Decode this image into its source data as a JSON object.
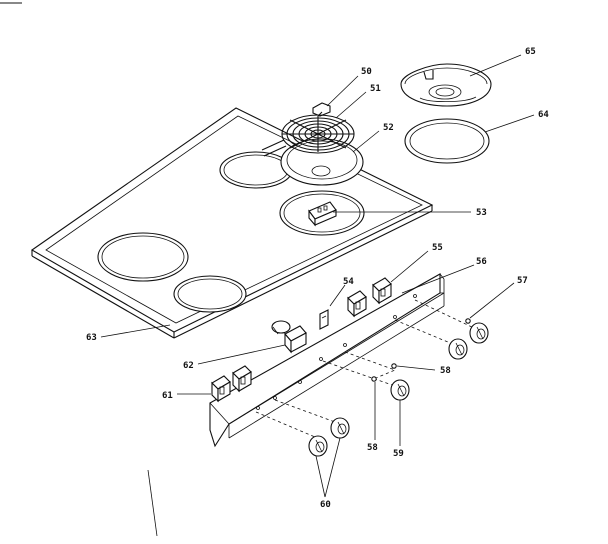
{
  "colors": {
    "ink": "#111111",
    "paper": "#ffffff"
  },
  "callouts": {
    "c50": "50",
    "c51": "51",
    "c52": "52",
    "c53": "53",
    "c54": "54",
    "c55": "55",
    "c56": "56",
    "c57": "57",
    "c58a": "58",
    "c58b": "58",
    "c59": "59",
    "c60": "60",
    "c61": "61",
    "c62": "62",
    "c63": "63",
    "c64": "64",
    "c65": "65"
  }
}
